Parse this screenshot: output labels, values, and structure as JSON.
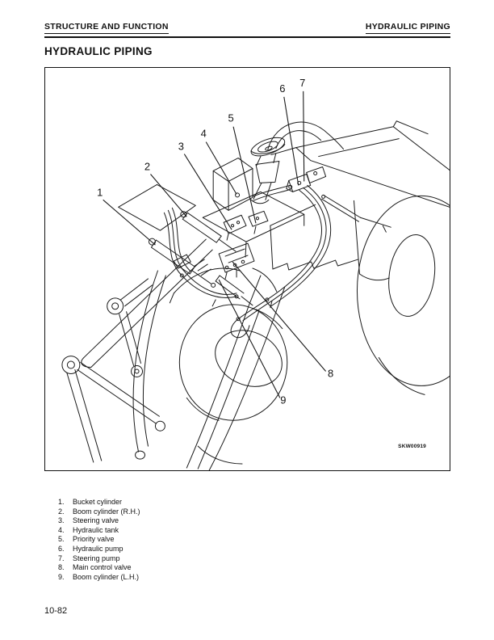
{
  "header": {
    "left": "STRUCTURE AND FUNCTION",
    "right": "HYDRAULIC PIPING"
  },
  "title": "HYDRAULIC PIPING",
  "figure": {
    "code": "SKW00919",
    "callouts": [
      {
        "n": "1",
        "num": [
          68,
          159
        ],
        "line": [
          72,
          164,
          137,
          220
        ]
      },
      {
        "n": "2",
        "num": [
          127,
          127
        ],
        "line": [
          131,
          132,
          176,
          185
        ]
      },
      {
        "n": "3",
        "num": [
          169,
          102
        ],
        "line": [
          173,
          107,
          232,
          201
        ]
      },
      {
        "n": "4",
        "num": [
          197,
          86
        ],
        "line": [
          200,
          92,
          238,
          157
        ]
      },
      {
        "n": "5",
        "num": [
          231,
          67
        ],
        "line": [
          234,
          73,
          262,
          193
        ]
      },
      {
        "n": "6",
        "num": [
          295,
          30
        ],
        "line": [
          297,
          36,
          315,
          146
        ]
      },
      {
        "n": "7",
        "num": [
          320,
          23
        ],
        "line": [
          321,
          29,
          322,
          141
        ]
      },
      {
        "n": "8",
        "num": [
          355,
          384
        ],
        "line": [
          349,
          377,
          233,
          241
        ]
      },
      {
        "n": "9",
        "num": [
          296,
          417
        ],
        "line": [
          292,
          410,
          216,
          263
        ]
      }
    ]
  },
  "legend": {
    "items": [
      {
        "no": "1.",
        "label": "Bucket cylinder"
      },
      {
        "no": "2.",
        "label": "Boom cylinder (R.H.)"
      },
      {
        "no": "3.",
        "label": "Steering valve"
      },
      {
        "no": "4.",
        "label": "Hydraulic tank"
      },
      {
        "no": "5.",
        "label": "Priority valve"
      },
      {
        "no": "6.",
        "label": "Hydraulic pump"
      },
      {
        "no": "7.",
        "label": "Steering pump"
      },
      {
        "no": "8.",
        "label": "Main control valve"
      },
      {
        "no": "9.",
        "label": "Boom cylinder (L.H.)"
      }
    ]
  },
  "footer": {
    "page_number": "10-82"
  },
  "colors": {
    "ink": "#111111",
    "paper": "#ffffff"
  }
}
